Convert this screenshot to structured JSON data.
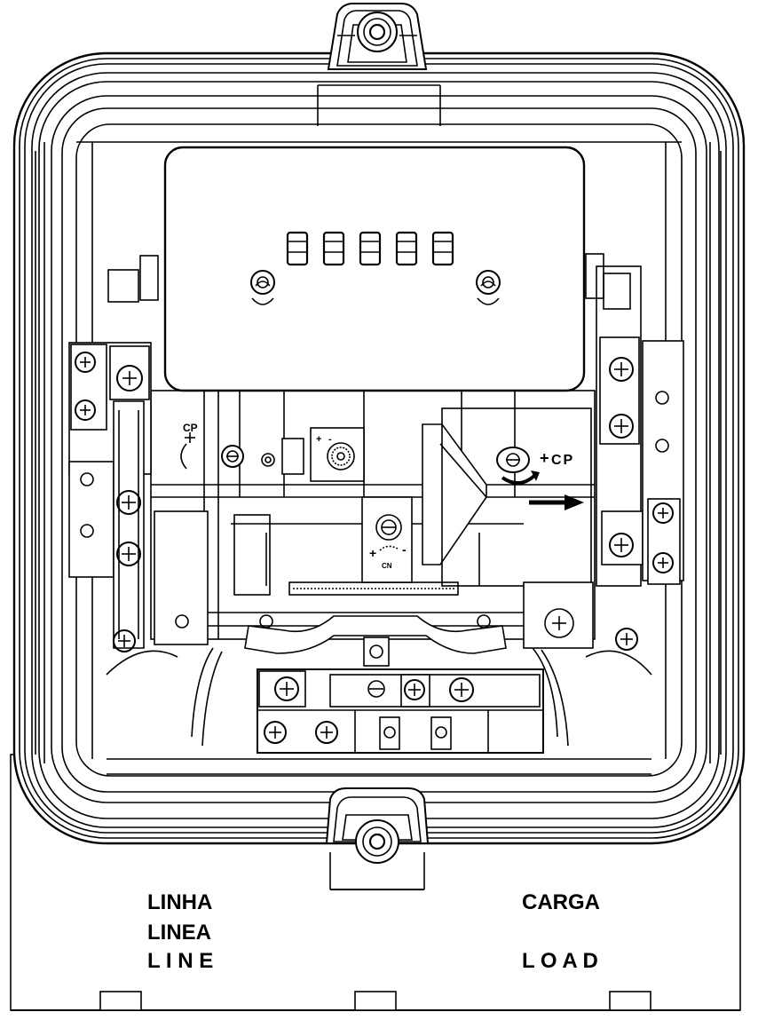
{
  "diagram": {
    "base_labels": {
      "line_pt": "LINHA",
      "line_es": "LINEA",
      "line_en": "L I N E",
      "load_pt": "CARGA",
      "load_en": "L O A D"
    },
    "adjust_labels": {
      "cp_left": "CP",
      "cp_right": "CP",
      "cp_right_sign": "+",
      "cn": "CN",
      "plus": "+",
      "minus": "-"
    },
    "register_digit_count": 5,
    "colors": {
      "ink": "#000000",
      "paper": "#ffffff"
    }
  }
}
